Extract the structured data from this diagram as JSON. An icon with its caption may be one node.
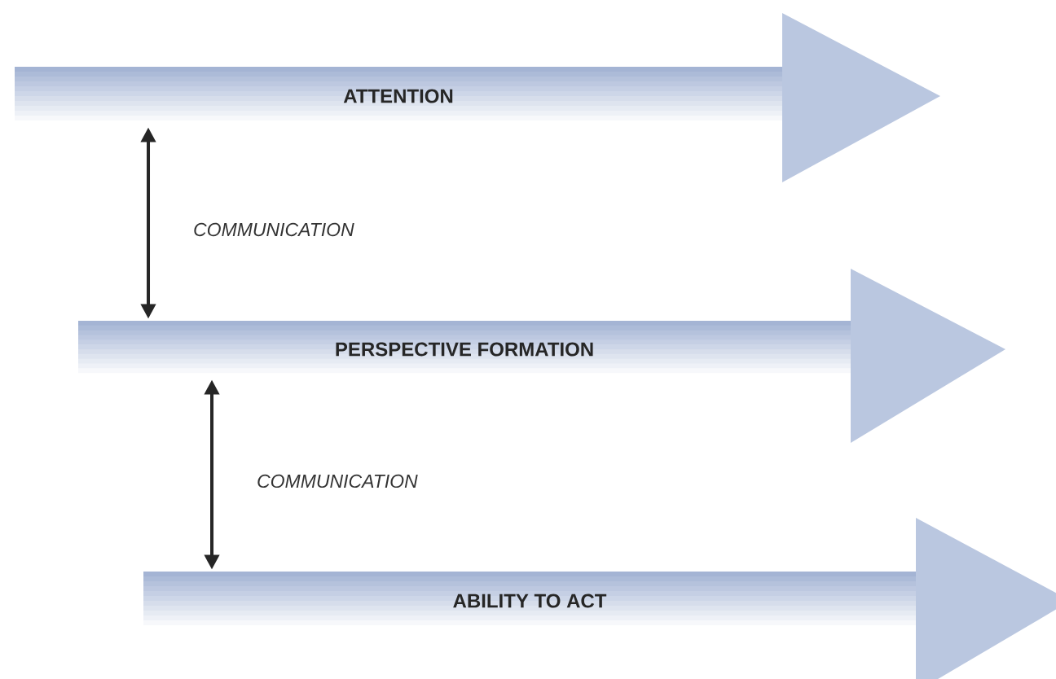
{
  "diagram": {
    "nodes": [
      {
        "text": [
          "ATTENTION"
        ]
      },
      {
        "text": [
          "PERSPECTIVE FORMATION"
        ]
      },
      {
        "text": [
          "ABILITY TO ACT"
        ]
      }
    ],
    "edges": [
      {
        "from": 0,
        "to": 1,
        "arrow": "both",
        "label": "COMMUNICATION"
      },
      {
        "from": 1,
        "to": 2,
        "arrow": "both",
        "label": "COMMUNICATION"
      }
    ]
  }
}
